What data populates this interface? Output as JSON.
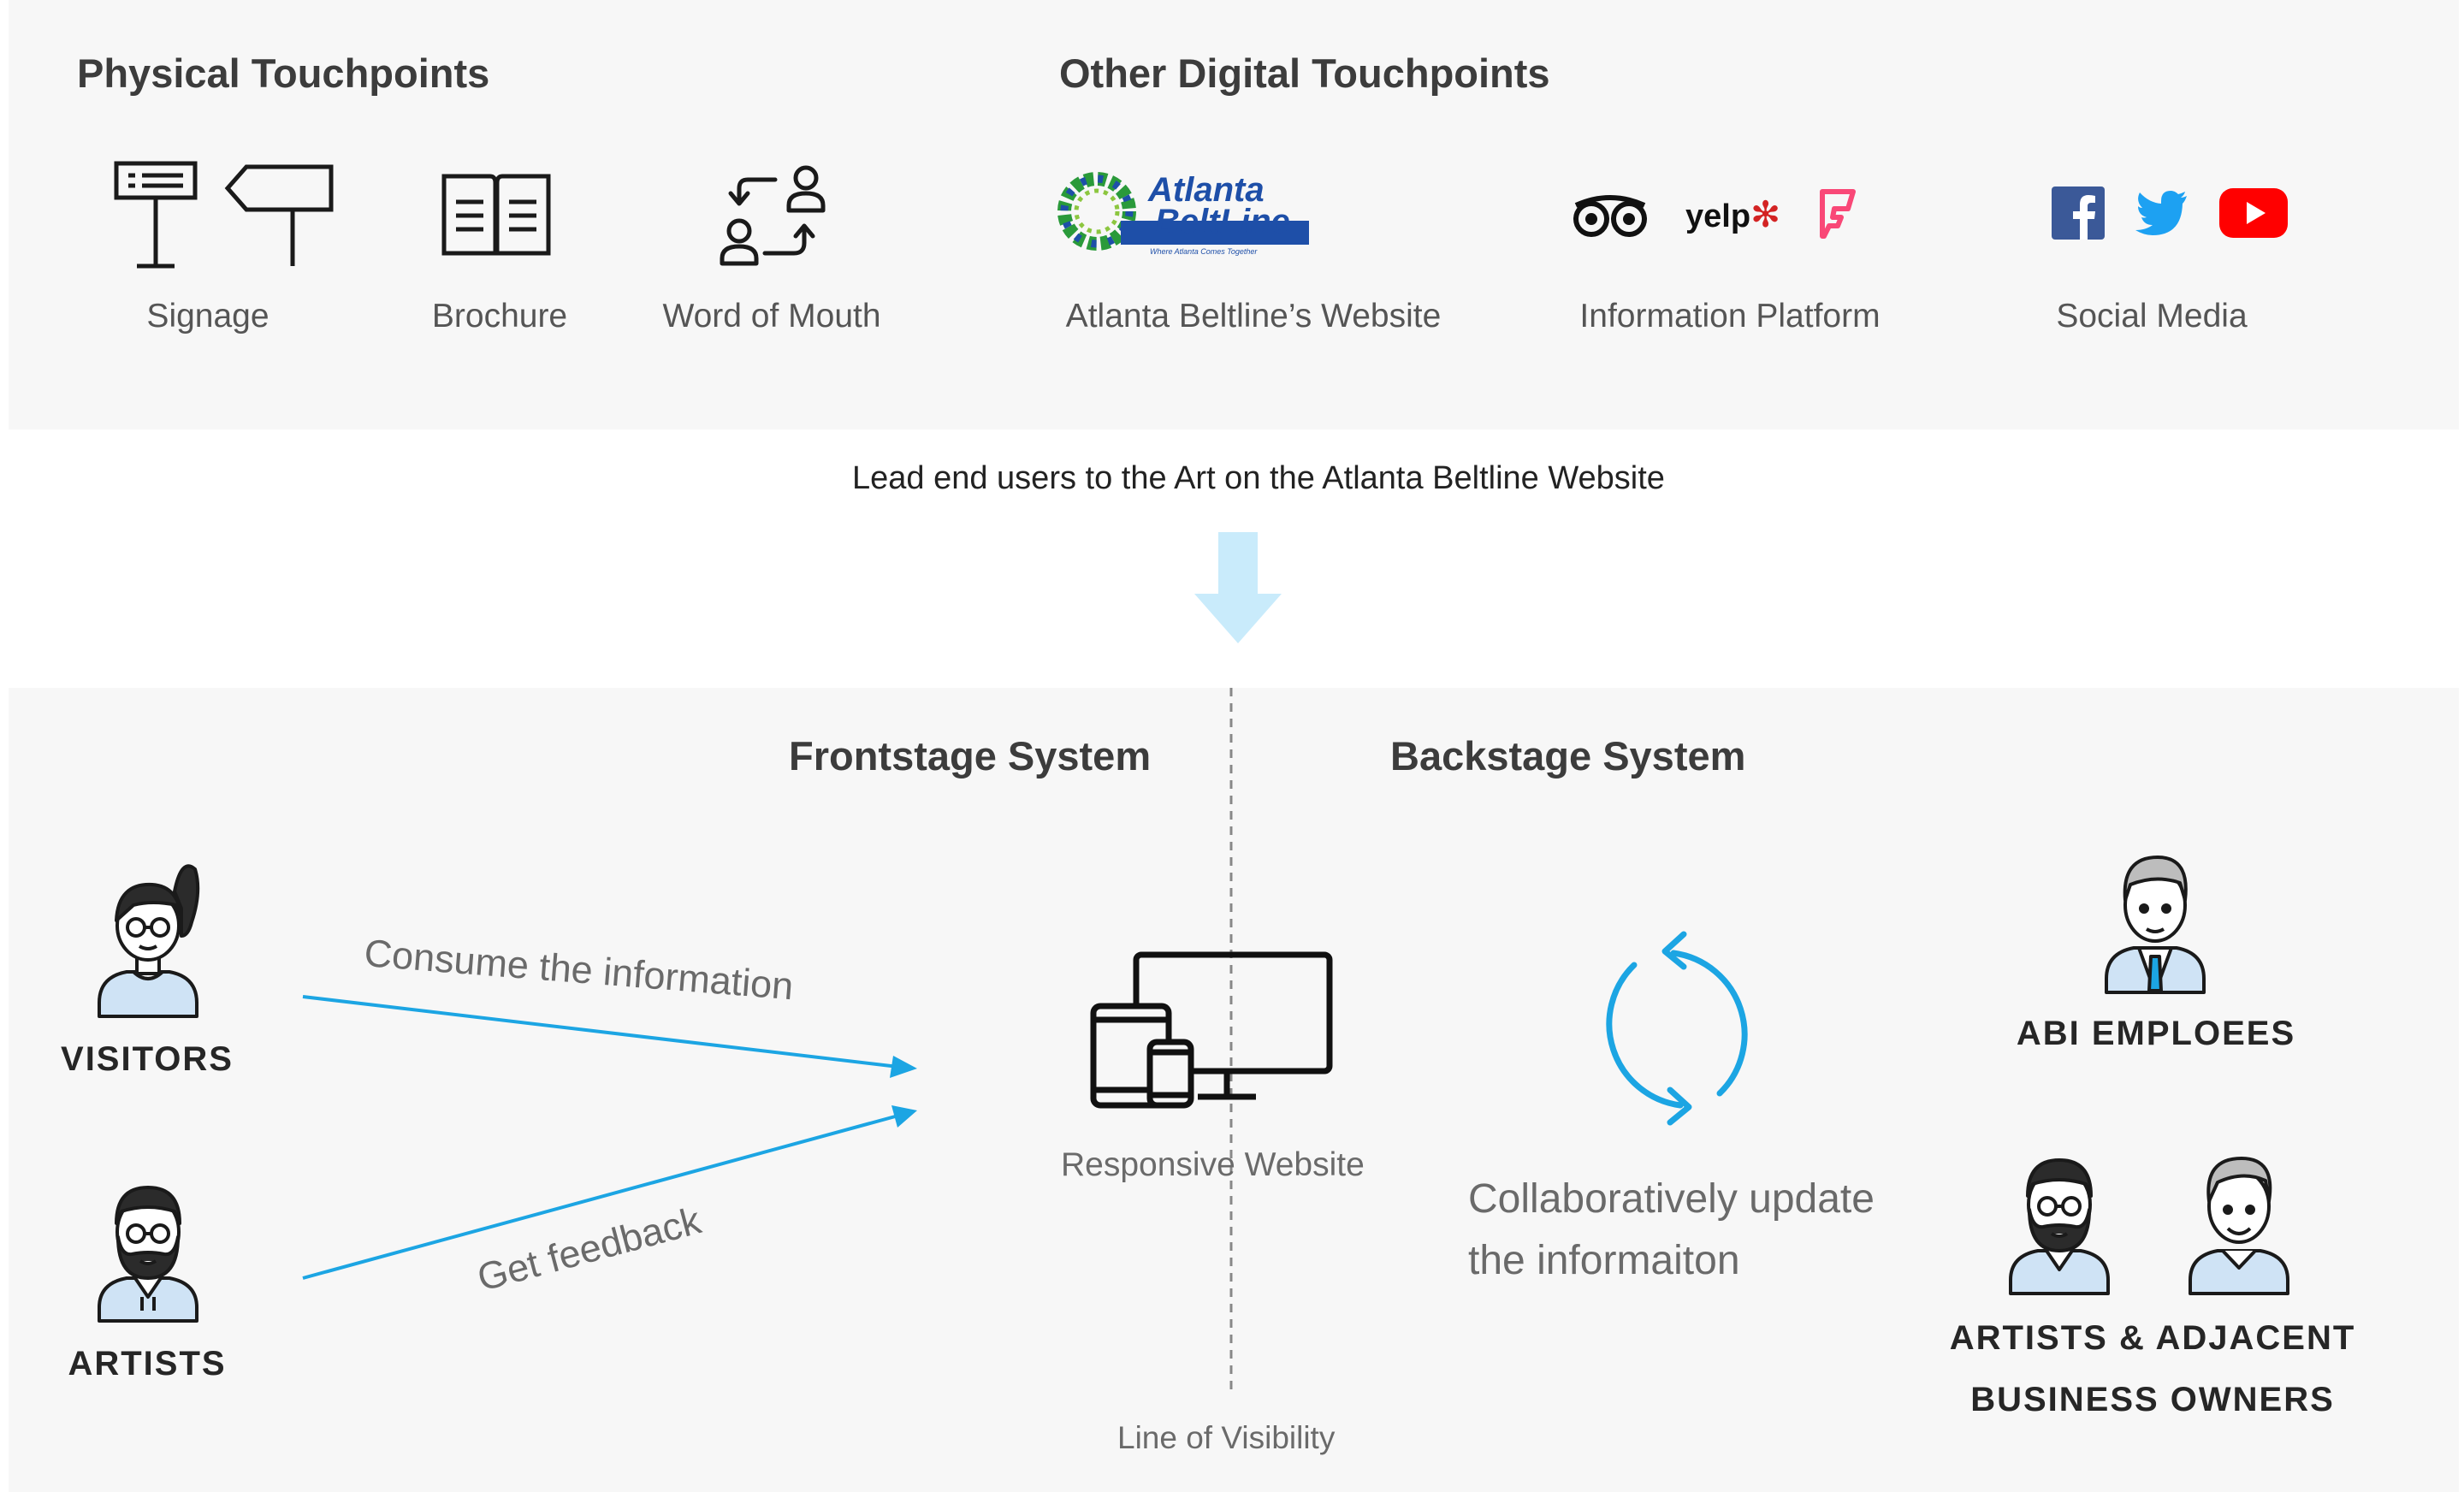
{
  "top": {
    "physical_heading": "Physical Touchpoints",
    "digital_heading": "Other Digital Touchpoints",
    "touchpoints": [
      {
        "label": "Signage",
        "icon": "signage-icon"
      },
      {
        "label": "Brochure",
        "icon": "brochure-icon"
      },
      {
        "label": "Word of Mouth",
        "icon": "word-of-mouth-icon"
      },
      {
        "label": "Atlanta Beltline’s Website",
        "icon": "atlanta-beltline-logo"
      },
      {
        "label": "Information Platform",
        "icon": "information-platform-icons"
      },
      {
        "label": "Social Media",
        "icon": "social-media-icons"
      }
    ],
    "beltline_logo": {
      "line1": "Atlanta",
      "line2": "BeltLine",
      "tagline": "Where Atlanta Comes Together"
    },
    "yelp_text": "yelp"
  },
  "lead_text": "Lead end users to the Art on the Atlanta Beltline Website",
  "bottom": {
    "frontstage_heading": "Frontstage System",
    "backstage_heading": "Backstage System",
    "visitors_label": "VISITORS",
    "artists_label": "ARTISTS",
    "consume_text": "Consume the information",
    "feedback_text": "Get feedback",
    "website_label": "Responsive Website",
    "collab_line1": "Collaboratively update",
    "collab_line2": "the informaiton",
    "abi_label": "ABI EMPLOEES",
    "artists_owners_line1": "ARTISTS & ADJACENT",
    "artists_owners_line2": "BUSINESS OWNERS",
    "visibility_label": "Line of Visibility"
  },
  "colors": {
    "panel": "#f7f7f7",
    "accent_blue": "#1ca5e3",
    "arrow_light_blue": "#c9ebfb",
    "facebook": "#3b5998",
    "twitter": "#1da1f2",
    "youtube": "#ff0000",
    "yelp_red": "#d32323",
    "foursquare": "#f94877"
  }
}
